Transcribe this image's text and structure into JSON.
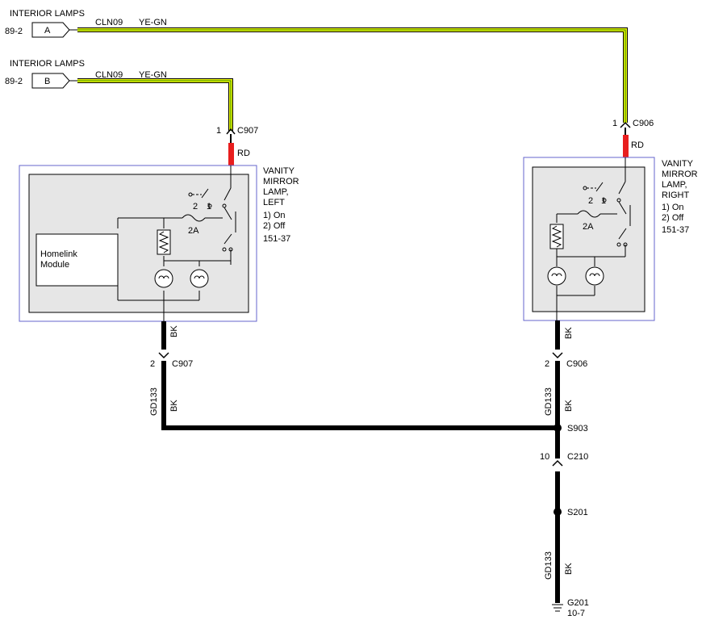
{
  "colors": {
    "wire_ye_gn_fill": "#e8f400",
    "wire_ye_gn_stripe": "#3a8a00",
    "wire_rd": "#e81e1e",
    "wire_bk": "#000000",
    "module_border": "#6666cc",
    "module_fill": "#e6e6e6"
  },
  "inputs": {
    "a": {
      "title": "INTERIOR LAMPS",
      "ref": "89-2",
      "pin": "A",
      "circuit": "CLN09",
      "color": "YE-GN"
    },
    "b": {
      "title": "INTERIOR LAMPS",
      "ref": "89-2",
      "pin": "B",
      "circuit": "CLN09",
      "color": "YE-GN"
    }
  },
  "left_lamp": {
    "connector_top": {
      "pin": "1",
      "name": "C907"
    },
    "wire_top_color": "RD",
    "label_lines": [
      "VANITY",
      "MIRROR",
      "LAMP,",
      "LEFT",
      "1) On",
      "2) Off",
      "151-37"
    ],
    "switch_pins": [
      "2",
      "1"
    ],
    "fuse": "2A",
    "homelink_lines": [
      "Homelink",
      "Module"
    ],
    "wire_bottom_color": "BK",
    "connector_bottom": {
      "pin": "2",
      "name": "C907"
    },
    "circuit": "GD133",
    "circuit_color": "BK"
  },
  "right_lamp": {
    "connector_top": {
      "pin": "1",
      "name": "C906"
    },
    "wire_top_color": "RD",
    "label_lines": [
      "VANITY",
      "MIRROR",
      "LAMP,",
      "RIGHT",
      "1) On",
      "2) Off",
      "151-37"
    ],
    "switch_pins": [
      "2",
      "1"
    ],
    "fuse": "2A",
    "wire_bottom_color": "BK",
    "connector_bottom": {
      "pin": "2",
      "name": "C906"
    },
    "circuit": "GD133",
    "circuit_color": "BK"
  },
  "ground_path": {
    "splice_1": "S903",
    "connector": {
      "pin": "10",
      "name": "C210"
    },
    "splice_2": "S201",
    "circuit": "GD133",
    "circuit_color": "BK",
    "ground": "G201",
    "ground_ref": "10-7"
  }
}
